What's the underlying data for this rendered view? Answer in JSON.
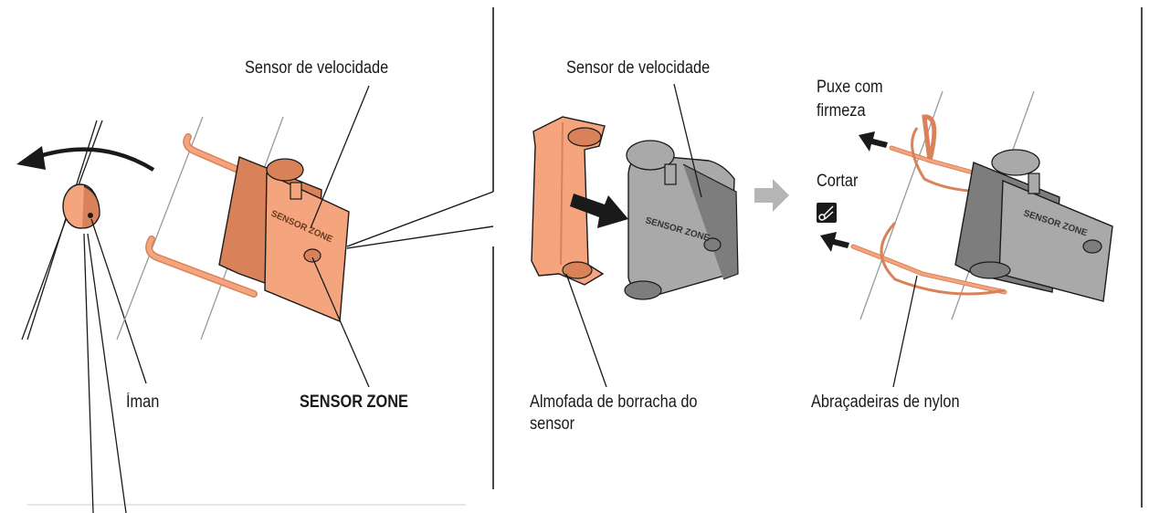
{
  "labels": {
    "speed_sensor_left": "Sensor de velocidade",
    "magnet": "Íman",
    "sensor_zone_label": "SENSOR ZONE",
    "speed_sensor_mid": "Sensor de velocidade",
    "rubber_pad_line1": "Almofada de borracha do",
    "rubber_pad_line2": "sensor",
    "pull_line1": "Puxe com",
    "pull_line2": "firmeza",
    "cut": "Cortar",
    "nylon_ties": "Abraçadeiras de nylon"
  },
  "device_text": {
    "sensor_zone": "SENSOR ZONE"
  },
  "icons": {
    "scissors": "scissors-icon"
  },
  "colors": {
    "orange_fill": "#F4A57E",
    "orange_dark": "#D9825A",
    "gray_fill": "#A9A9A9",
    "gray_dark": "#7D7D7D",
    "line": "#1a1a1a",
    "thin_line": "#9a9a9a",
    "arrow_gray": "#b5b5b5"
  }
}
